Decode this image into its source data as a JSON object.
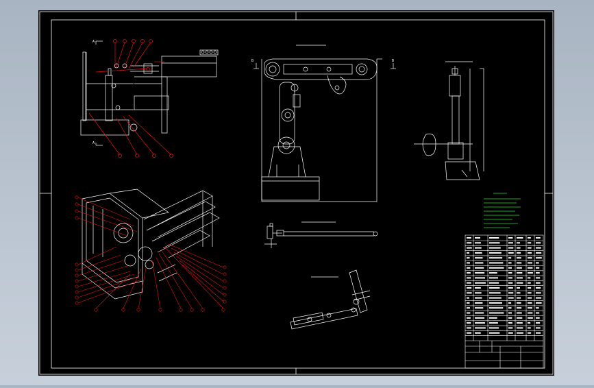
{
  "colors": {
    "background_frame": "#b4bfcc",
    "sheet": "#000000",
    "lines": "#ffffff",
    "callouts": "#e81010",
    "notes": "#26e026"
  },
  "views": {
    "view_a_title": "",
    "view_b_title": "",
    "view_c_title": "",
    "view_d_title": "",
    "view_e_title": ""
  },
  "section_markers": [
    "A",
    "A",
    "B",
    "B"
  ]
}
